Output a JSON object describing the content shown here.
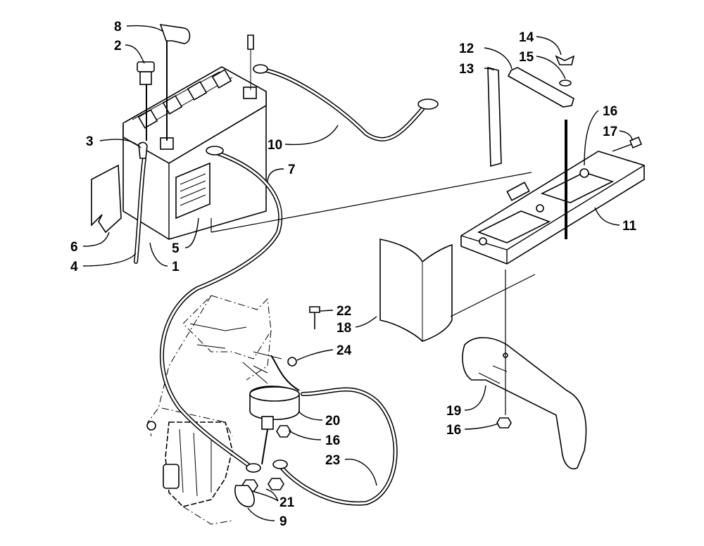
{
  "callouts": [
    {
      "id": "c8",
      "text": "8"
    },
    {
      "id": "c2",
      "text": "2"
    },
    {
      "id": "c3",
      "text": "3"
    },
    {
      "id": "c6",
      "text": "6"
    },
    {
      "id": "c4",
      "text": "4"
    },
    {
      "id": "c5",
      "text": "5"
    },
    {
      "id": "c1",
      "text": "1"
    },
    {
      "id": "c10",
      "text": "10"
    },
    {
      "id": "c7",
      "text": "7"
    },
    {
      "id": "c12",
      "text": "12"
    },
    {
      "id": "c13",
      "text": "13"
    },
    {
      "id": "c14",
      "text": "14"
    },
    {
      "id": "c15",
      "text": "15"
    },
    {
      "id": "c16a",
      "text": "16"
    },
    {
      "id": "c17",
      "text": "17"
    },
    {
      "id": "c11",
      "text": "11"
    },
    {
      "id": "c22",
      "text": "22"
    },
    {
      "id": "c18",
      "text": "18"
    },
    {
      "id": "c24",
      "text": "24"
    },
    {
      "id": "c20",
      "text": "20"
    },
    {
      "id": "c16b",
      "text": "16"
    },
    {
      "id": "c23",
      "text": "23"
    },
    {
      "id": "c21",
      "text": "21"
    },
    {
      "id": "c9",
      "text": "9"
    },
    {
      "id": "c19",
      "text": "19"
    },
    {
      "id": "c16c",
      "text": "16"
    }
  ]
}
